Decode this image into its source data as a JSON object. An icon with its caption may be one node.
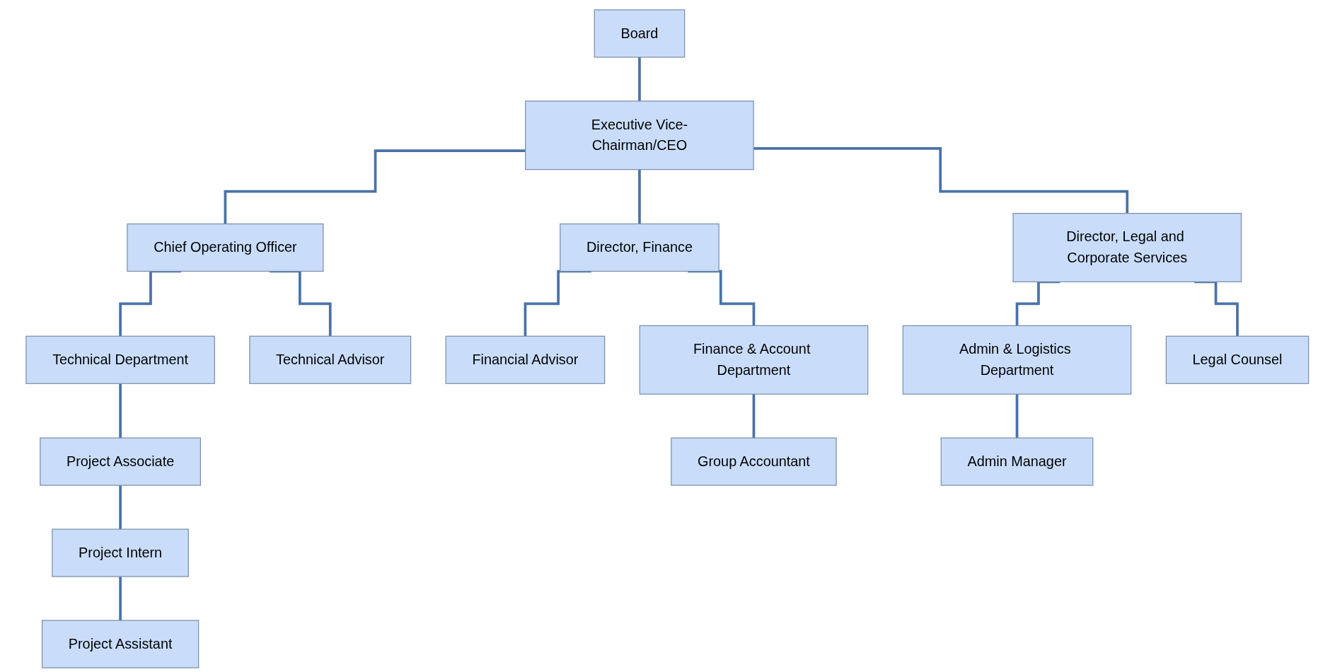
{
  "diagram": {
    "nodes": [
      {
        "text": [
          "Board"
        ]
      },
      {
        "text": [
          "Executive Vice-Chairman/CEO"
        ]
      },
      {
        "text": [
          "Chief Operating Officer"
        ]
      },
      {
        "text": [
          "Director, Finance"
        ]
      },
      {
        "text": [
          "Director, Legal and Corporate Services"
        ]
      },
      {
        "text": [
          "Technical Department"
        ]
      },
      {
        "text": [
          "Technical Advisor"
        ]
      },
      {
        "text": [
          "Financial Advisor"
        ]
      },
      {
        "text": [
          "Admin & Logistics Department"
        ]
      },
      {
        "text": [
          "Legal Counsel"
        ]
      },
      {
        "text": [
          "Project Associate"
        ]
      },
      {
        "text": [
          "Admin Manager"
        ]
      },
      {
        "text": [
          "Finance & Account Department"
        ]
      },
      {
        "text": [
          "Project Intern"
        ]
      },
      {
        "text": [
          "Project Assistant"
        ]
      },
      {
        "text": [
          "Group Accountant"
        ]
      }
    ],
    "edges": [
      {
        "from": 0,
        "to": 1,
        "arrow": "none"
      },
      {
        "from": 1,
        "to": 2,
        "arrow": "none"
      },
      {
        "from": 1,
        "to": 3,
        "arrow": "none"
      },
      {
        "from": 1,
        "to": 4,
        "arrow": "none"
      },
      {
        "from": 2,
        "to": 5,
        "arrow": "none"
      },
      {
        "from": 2,
        "to": 6,
        "arrow": "none"
      },
      {
        "from": 3,
        "to": 7,
        "arrow": "none"
      },
      {
        "from": 3,
        "to": 12,
        "arrow": "none"
      },
      {
        "from": 4,
        "to": 8,
        "arrow": "none"
      },
      {
        "from": 4,
        "to": 9,
        "arrow": "none"
      },
      {
        "from": 5,
        "to": 10,
        "arrow": "none"
      },
      {
        "from": 10,
        "to": 13,
        "arrow": "none"
      },
      {
        "from": 13,
        "to": 14,
        "arrow": "none"
      },
      {
        "from": 8,
        "to": 11,
        "arrow": "none"
      },
      {
        "from": 12,
        "to": 15,
        "arrow": "none"
      }
    ]
  }
}
